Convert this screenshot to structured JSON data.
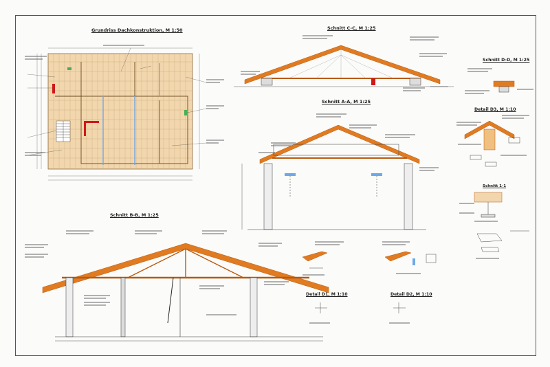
{
  "drawing": {
    "titles": {
      "floor_plan": "Grundriss Dachkonstruktion, M 1:50",
      "section_cc": "Schnitt C-C, M 1:25",
      "section_dd": "Schnitt D-D, M 1:25",
      "detail_d3": "Detail D3, M 1:10",
      "section_aa": "Schnitt A-A, M 1:25",
      "section_bb": "Schnitt B-B, M 1:25",
      "section_11": "Schnitt 1-1",
      "detail_d1": "Detail D1, M 1:10",
      "detail_d2": "Detail D2, M 1:10"
    },
    "colors": {
      "timber": "#e07b22",
      "timber_dark": "#b85a10",
      "steel": "#d01818",
      "linework": "#333333",
      "plan_wood": "#f2d6ad",
      "plan_blue": "#6fa8e8",
      "green_mark": "#4caf50"
    }
  }
}
